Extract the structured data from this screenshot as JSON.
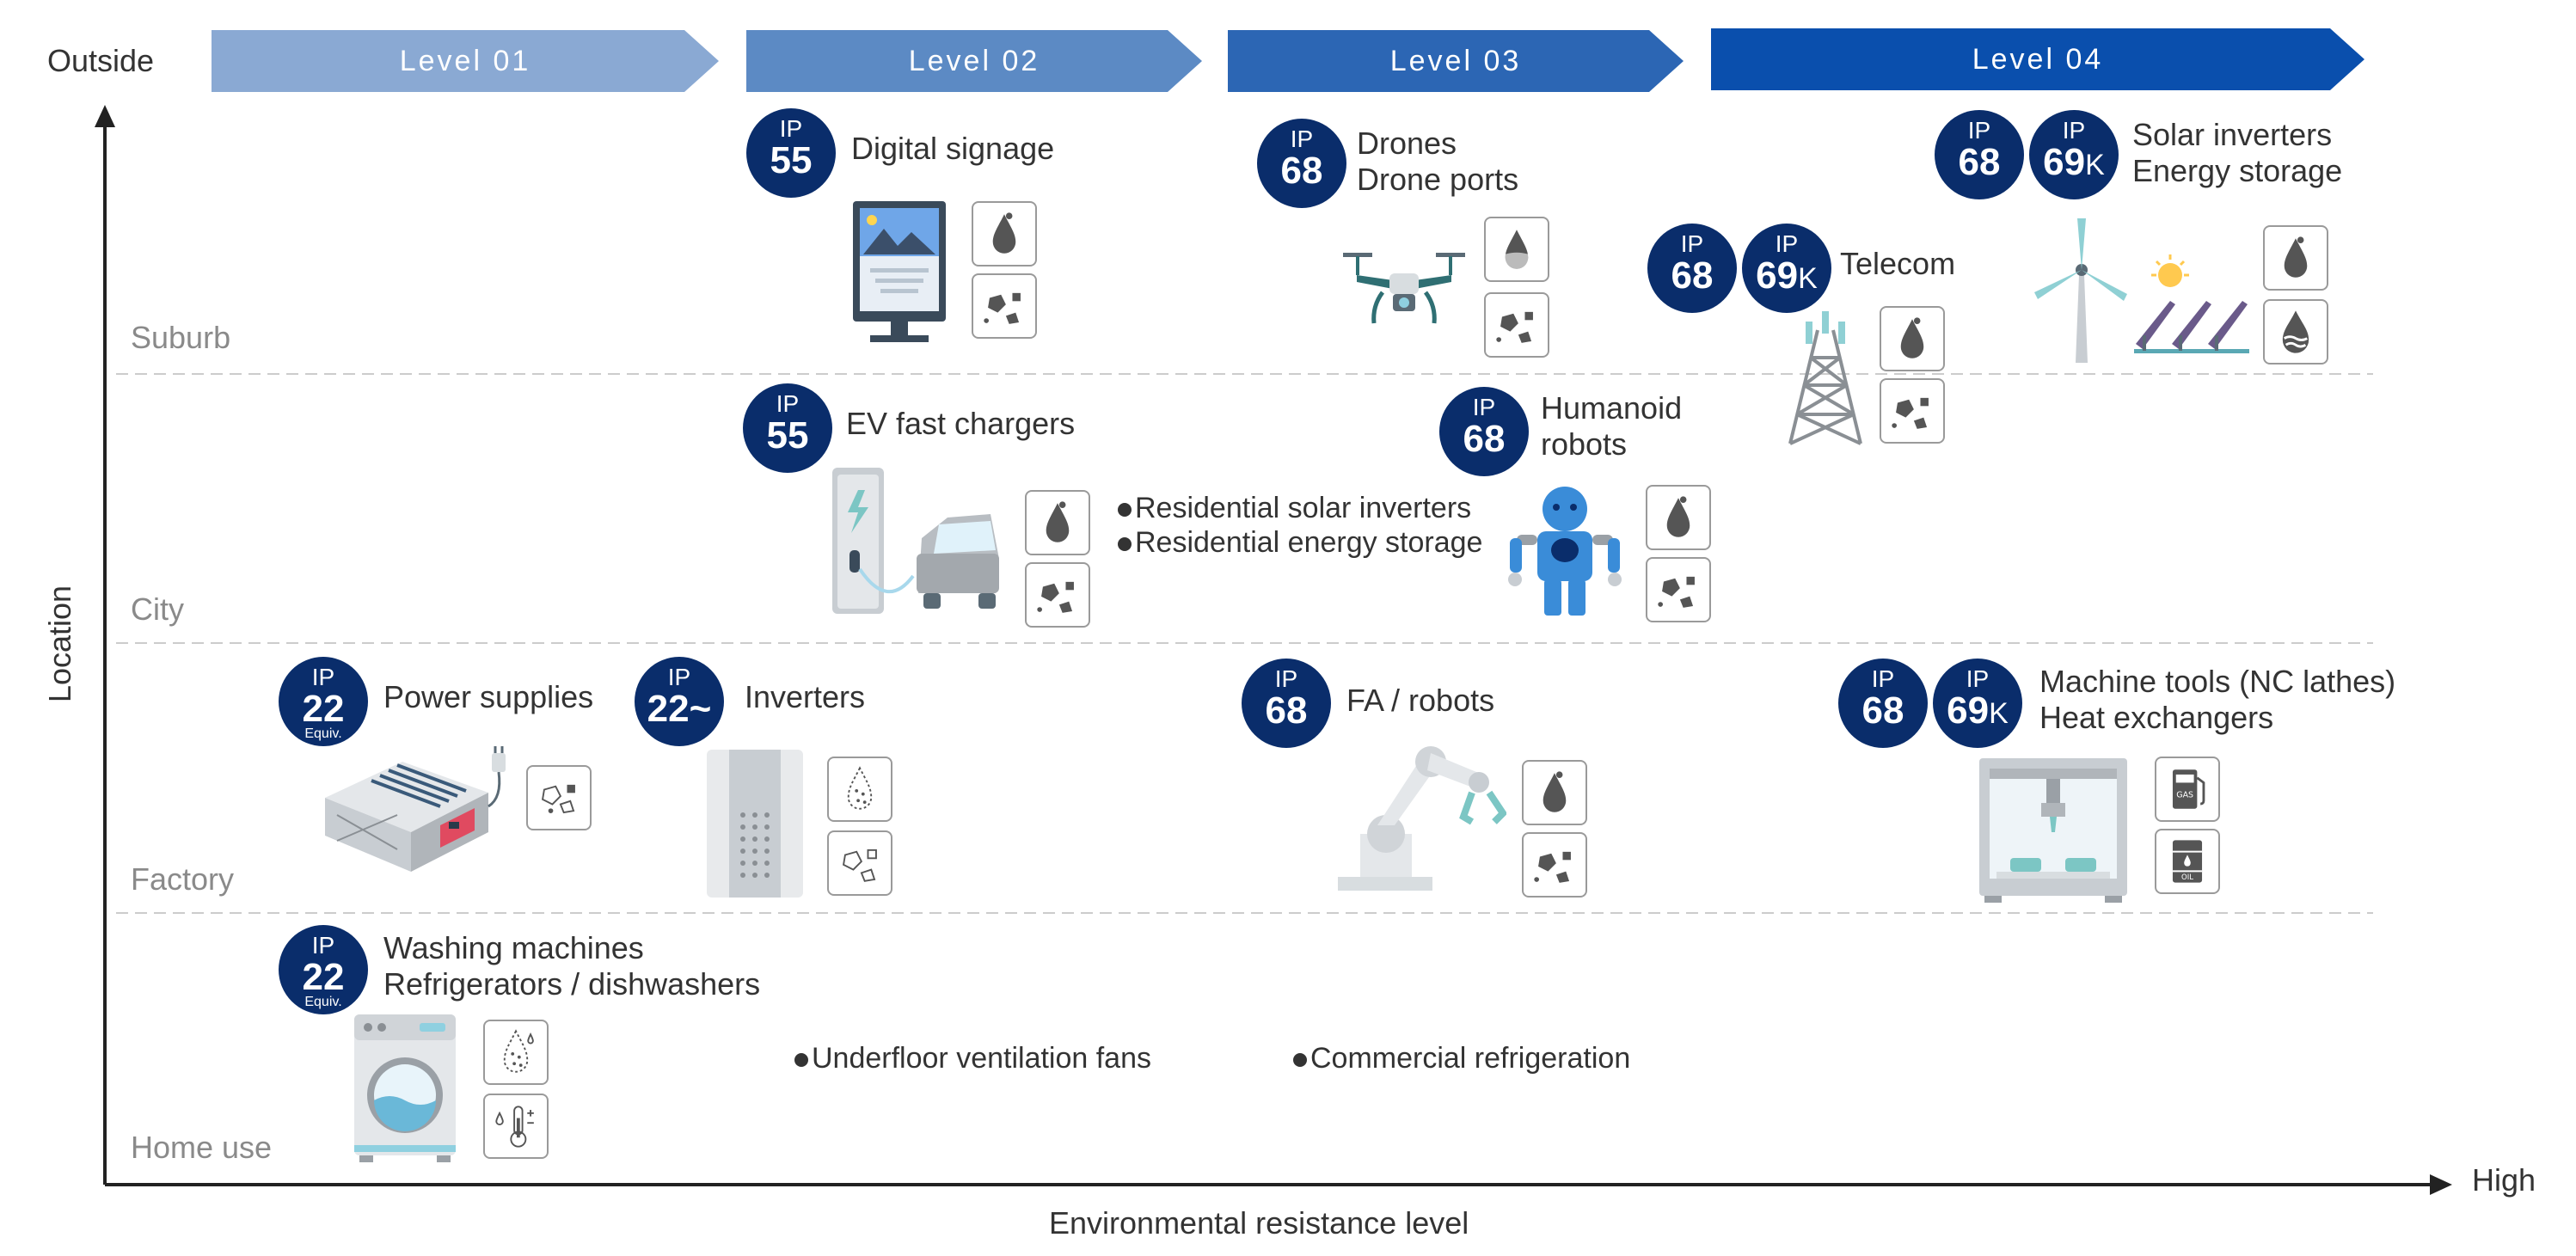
{
  "colors": {
    "level_01": "#8aa9d3",
    "level_02": "#5c8ac4",
    "level_03": "#2c66b4",
    "level_04": "#0a4fad",
    "badge": "#0a2d6b",
    "zone_divider": "#cccccc",
    "axis": "#222222"
  },
  "axis": {
    "outside_label": "Outside",
    "high_label": "High",
    "y_title": "Location",
    "x_title": "Environmental resistance level"
  },
  "levels": [
    {
      "label": "Level 01"
    },
    {
      "label": "Level 02"
    },
    {
      "label": "Level 03"
    },
    {
      "label": "Level 04"
    }
  ],
  "zones": [
    {
      "label": "Suburb"
    },
    {
      "label": "City"
    },
    {
      "label": "Factory"
    },
    {
      "label": "Home use"
    }
  ],
  "badge_prefix": "IP",
  "badge_equiv": "Equiv.",
  "items": {
    "digital_signage": {
      "ip": "55",
      "label": "Digital signage",
      "icons": [
        "water-drop-icon",
        "dust-icon"
      ]
    },
    "drones": {
      "ip": "68",
      "line1": "Drones",
      "line2": "Drone ports",
      "icons": [
        "water-drop-icon",
        "dust-icon"
      ]
    },
    "solar": {
      "ip1": "68",
      "ip2": "69",
      "ip2_suffix": "K",
      "line1": "Solar inverters",
      "line2": "Energy storage",
      "icons": [
        "water-drop-icon",
        "submersion-icon"
      ]
    },
    "telecom": {
      "ip1": "68",
      "ip2": "69",
      "ip2_suffix": "K",
      "label": "Telecom",
      "icons": [
        "water-drop-icon",
        "dust-icon"
      ]
    },
    "ev_chargers": {
      "ip": "55",
      "label": "EV fast chargers",
      "icons": [
        "water-drop-icon",
        "dust-icon"
      ]
    },
    "humanoid": {
      "ip": "68",
      "line1": "Humanoid",
      "line2": "robots",
      "icons": [
        "water-drop-icon",
        "dust-icon"
      ]
    },
    "power_supplies": {
      "ip": "22",
      "label": "Power supplies",
      "icons": [
        "dust-icon"
      ]
    },
    "inverters": {
      "ip": "22",
      "ip_suffix": "~",
      "label": "Inverters",
      "icons": [
        "water-spray-icon",
        "dust-icon"
      ]
    },
    "fa_robots": {
      "ip": "68",
      "label": "FA / robots",
      "icons": [
        "water-drop-icon",
        "dust-icon"
      ]
    },
    "machine_tools": {
      "ip1": "68",
      "ip2": "69",
      "ip2_suffix": "K",
      "line1": "Machine tools (NC lathes)",
      "line2": "Heat exchangers",
      "icons": [
        "gas-pump-icon",
        "oil-drum-icon"
      ]
    },
    "washing": {
      "ip": "22",
      "line1": "Washing machines",
      "line2": "Refrigerators / dishwashers",
      "icons": [
        "water-spray-icon",
        "temperature-icon"
      ]
    }
  },
  "side_notes": {
    "residential_solar": "Residential solar inverters",
    "residential_storage": "Residential energy storage",
    "underfloor": "Underfloor ventilation fans",
    "commercial_ref": "Commercial refrigeration"
  }
}
